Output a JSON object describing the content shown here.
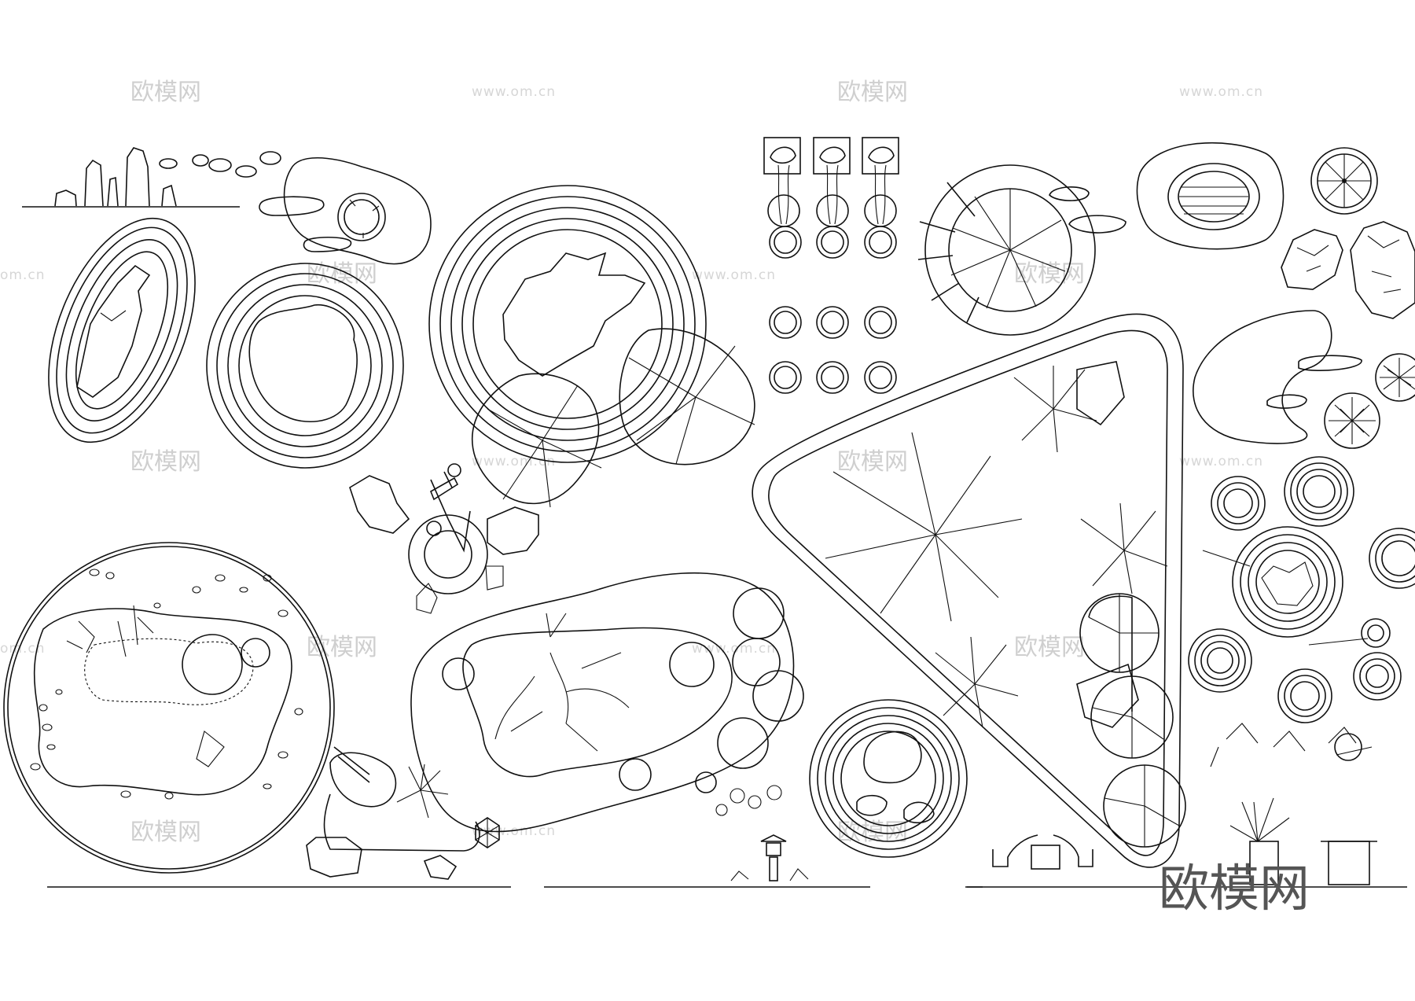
{
  "watermark": {
    "brand": "欧模网",
    "url": "www.om.cn",
    "url_short": "om.cn",
    "corner_brand": "欧模网"
  },
  "colors": {
    "line": "#111111",
    "background": "#ffffff",
    "watermark": "#cfcfcf"
  }
}
